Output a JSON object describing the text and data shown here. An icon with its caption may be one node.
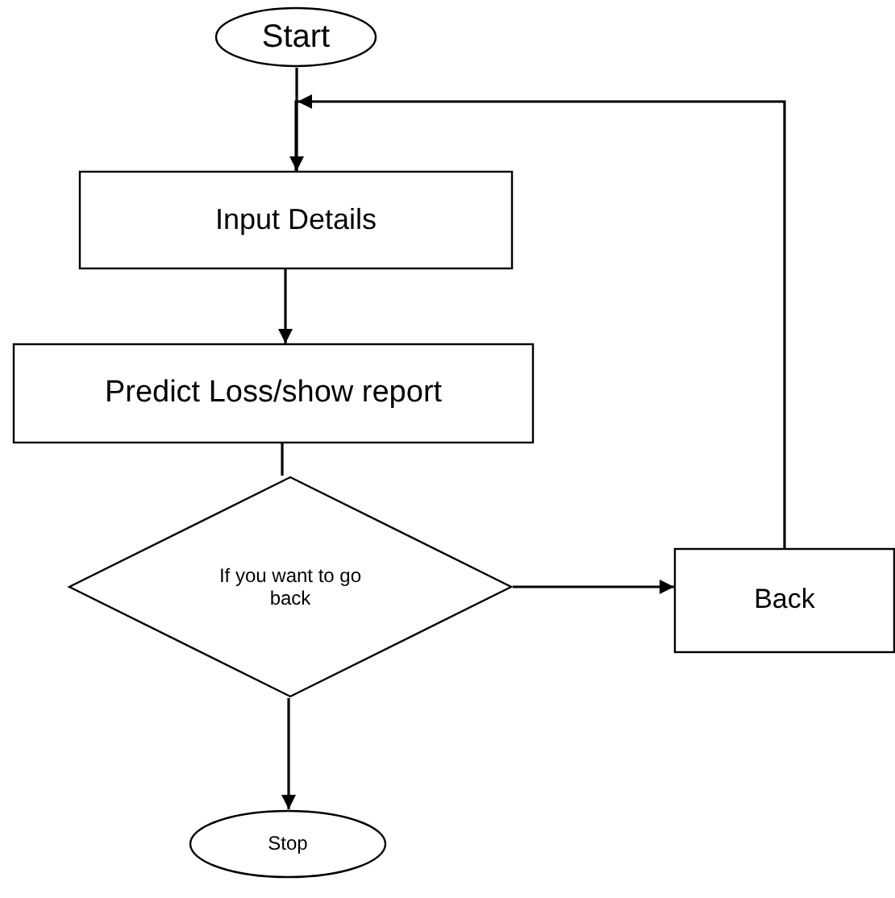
{
  "diagram": {
    "nodes": [
      {
        "text": [
          "Start"
        ]
      },
      {
        "text": [
          "Input Details"
        ]
      },
      {
        "text": [
          "Predict Loss/show report"
        ]
      },
      {
        "text": [
          "If you want to go back"
        ]
      },
      {
        "text": [
          "Back"
        ]
      },
      {
        "text": [
          "Stop"
        ]
      }
    ],
    "edges": [
      {
        "from": 0,
        "to": 1,
        "arrow": "to"
      },
      {
        "from": 1,
        "to": 2,
        "arrow": "to"
      },
      {
        "from": 2,
        "to": 3,
        "arrow": "none"
      },
      {
        "from": 3,
        "to": 4,
        "arrow": "to"
      },
      {
        "from": 3,
        "to": 5,
        "arrow": "to"
      },
      {
        "from": 4,
        "to": 1,
        "arrow": "to"
      }
    ]
  }
}
